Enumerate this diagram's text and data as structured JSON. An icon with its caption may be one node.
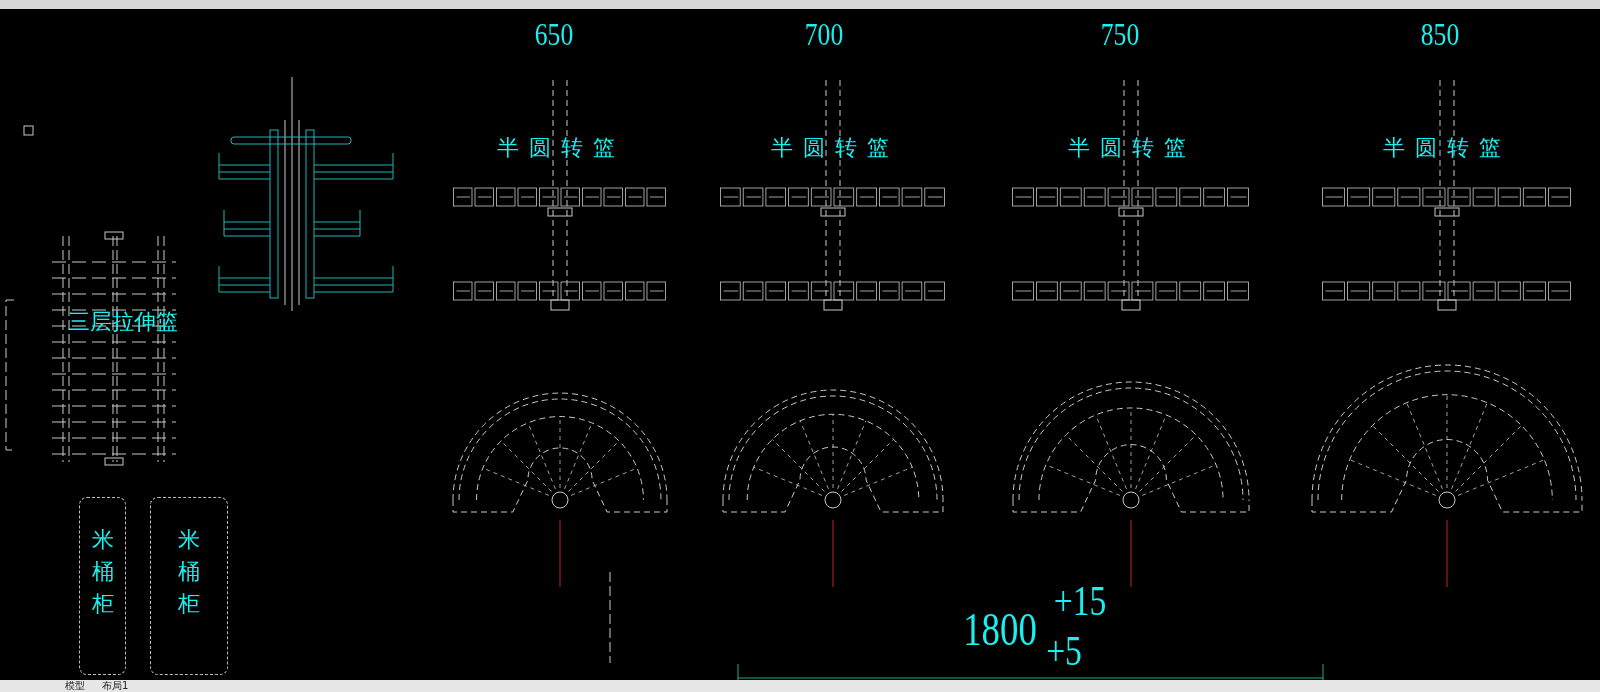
{
  "diagram": {
    "nodes": [
      {
        "text": [
          "米桶柜"
        ]
      },
      {
        "text": [
          "米桶柜"
        ]
      }
    ],
    "labels": [
      "650",
      "700",
      "750",
      "850",
      "半圆转篮",
      "半圆转篮",
      "半圆转篮",
      "半圆转篮",
      "三层拉伸篮",
      "1800",
      "+15",
      "+5",
      "模型",
      "布局1"
    ]
  }
}
